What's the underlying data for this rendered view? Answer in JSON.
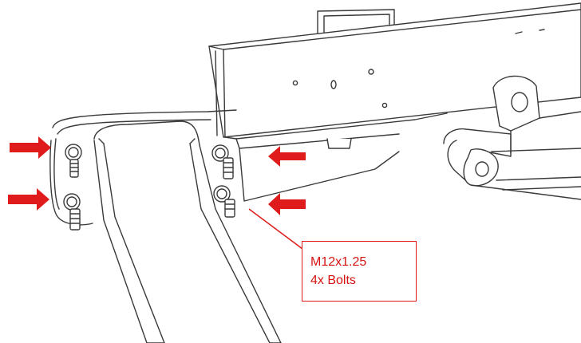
{
  "callout": {
    "line1": "M12x1.25",
    "line2": "4x Bolts"
  },
  "colors": {
    "accent": "#e01b1b",
    "linework": "#3a3a3a"
  },
  "indicators": {
    "arrow_count": 4,
    "bolt_count": 4,
    "icon": "red-arrow-icon"
  }
}
